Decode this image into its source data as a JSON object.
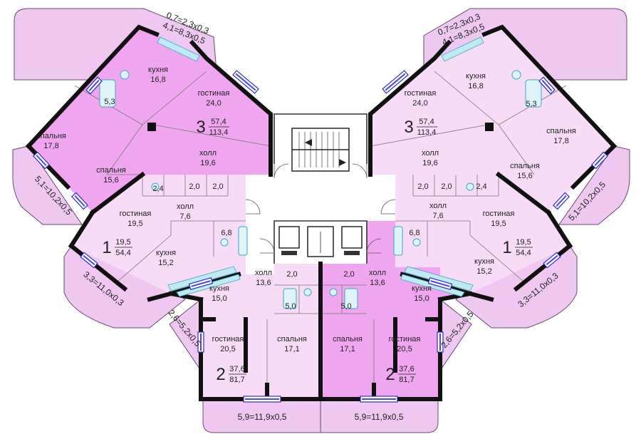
{
  "rooms": [
    {
      "key": "tl_kitchen",
      "name": "кухня",
      "area": "16,8"
    },
    {
      "key": "tl_bath",
      "area": "5,3"
    },
    {
      "key": "tl_living",
      "name": "гостиная",
      "area": "24,0"
    },
    {
      "key": "tl_bed1",
      "name": "спальня",
      "area": "17,8"
    },
    {
      "key": "tl_bed2",
      "name": "спальня",
      "area": "15,6"
    },
    {
      "key": "tl_hall",
      "name": "холл",
      "area": "19,6"
    },
    {
      "key": "tl_s1",
      "area": "2,4"
    },
    {
      "key": "tl_s2",
      "area": "2,0"
    },
    {
      "key": "tl_s3",
      "area": "2,0"
    },
    {
      "key": "tr_kitchen",
      "name": "кухня",
      "area": "16,8"
    },
    {
      "key": "tr_bath",
      "area": "5,3"
    },
    {
      "key": "tr_living",
      "name": "гостиная",
      "area": "24,0"
    },
    {
      "key": "tr_bed1",
      "name": "спальня",
      "area": "17,8"
    },
    {
      "key": "tr_bed2",
      "name": "спальня",
      "area": "15,6"
    },
    {
      "key": "tr_hall",
      "name": "холл",
      "area": "19,6"
    },
    {
      "key": "tr_s1",
      "area": "2,0"
    },
    {
      "key": "tr_s2",
      "area": "2,0"
    },
    {
      "key": "tr_s3",
      "area": "2,4"
    },
    {
      "key": "ml_hall",
      "name": "холл",
      "area": "7,6"
    },
    {
      "key": "ml_living",
      "name": "гостиная",
      "area": "19,5"
    },
    {
      "key": "ml_bath",
      "area": "6,8"
    },
    {
      "key": "ml_kitchen",
      "name": "кухня",
      "area": "15,2"
    },
    {
      "key": "mr_hall",
      "name": "холл",
      "area": "7,6"
    },
    {
      "key": "mr_living",
      "name": "гостиная",
      "area": "19,5"
    },
    {
      "key": "mr_bath",
      "area": "6,8"
    },
    {
      "key": "mr_kitchen",
      "name": "кухня",
      "area": "15,2"
    },
    {
      "key": "bl_kitchen",
      "name": "кухня",
      "area": "15,0"
    },
    {
      "key": "bl_hall",
      "name": "холл",
      "area": "13,6"
    },
    {
      "key": "bl_s",
      "area": "2,0"
    },
    {
      "key": "bl_bath",
      "area": "5,0"
    },
    {
      "key": "bl_living",
      "name": "гостиная",
      "area": "20,5"
    },
    {
      "key": "bl_bed",
      "name": "спальня",
      "area": "17,1"
    },
    {
      "key": "br_kitchen",
      "name": "кухня",
      "area": "15,0"
    },
    {
      "key": "br_hall",
      "name": "холл",
      "area": "13,6"
    },
    {
      "key": "br_s",
      "area": "2,0"
    },
    {
      "key": "br_bath",
      "area": "5,0"
    },
    {
      "key": "br_bed",
      "name": "спальня",
      "area": "17,1"
    },
    {
      "key": "br_living",
      "name": "гостиная",
      "area": "20,5"
    }
  ],
  "balconies": [
    {
      "key": "tl_top_a",
      "text": "0,7=2,3х0,3"
    },
    {
      "key": "tl_top_b",
      "text": "4,1=8,3х0,5"
    },
    {
      "key": "tr_top_a",
      "text": "0,7=2,3х0,3"
    },
    {
      "key": "tr_top_b",
      "text": "4,1=8,3х0,5"
    },
    {
      "key": "tl_side",
      "text": "5,1=10,2х0,5"
    },
    {
      "key": "tr_side",
      "text": "5,1=10,2х0,5"
    },
    {
      "key": "ml",
      "text": "3,3=11,0х0,3"
    },
    {
      "key": "mr",
      "text": "3,3=11,0х0,3"
    },
    {
      "key": "bl_corner",
      "text": "2,6=5,2х0,5"
    },
    {
      "key": "br_corner",
      "text": "2,6=5,2х0,5"
    },
    {
      "key": "bl_bottom",
      "text": "5,9=11,9х0,5"
    },
    {
      "key": "br_bottom",
      "text": "5,9=11,9х0,5"
    }
  ],
  "units": [
    {
      "key": "tl",
      "rooms": "3",
      "living_area": "57,4",
      "total_area": "113,4"
    },
    {
      "key": "tr",
      "rooms": "3",
      "living_area": "57,4",
      "total_area": "113,4"
    },
    {
      "key": "ml",
      "rooms": "1",
      "living_area": "19,5",
      "total_area": "54,4"
    },
    {
      "key": "mr",
      "rooms": "1",
      "living_area": "19,5",
      "total_area": "54,4"
    },
    {
      "key": "bl",
      "rooms": "2",
      "living_area": "37,6",
      "total_area": "81,7"
    },
    {
      "key": "br",
      "rooms": "2",
      "living_area": "37,6",
      "total_area": "81,7"
    }
  ],
  "colors": {
    "apartment_dark": "#f0a6ee",
    "apartment_light": "#f8dcf7",
    "balcony": "#eec8f0",
    "walls": "#111111",
    "windows": "#2b2bd6",
    "corridor": "#ffffff"
  },
  "icons": [
    "stair-icon",
    "elevator-icon",
    "window-icon",
    "door-icon",
    "bathtub-icon",
    "sink-icon"
  ]
}
